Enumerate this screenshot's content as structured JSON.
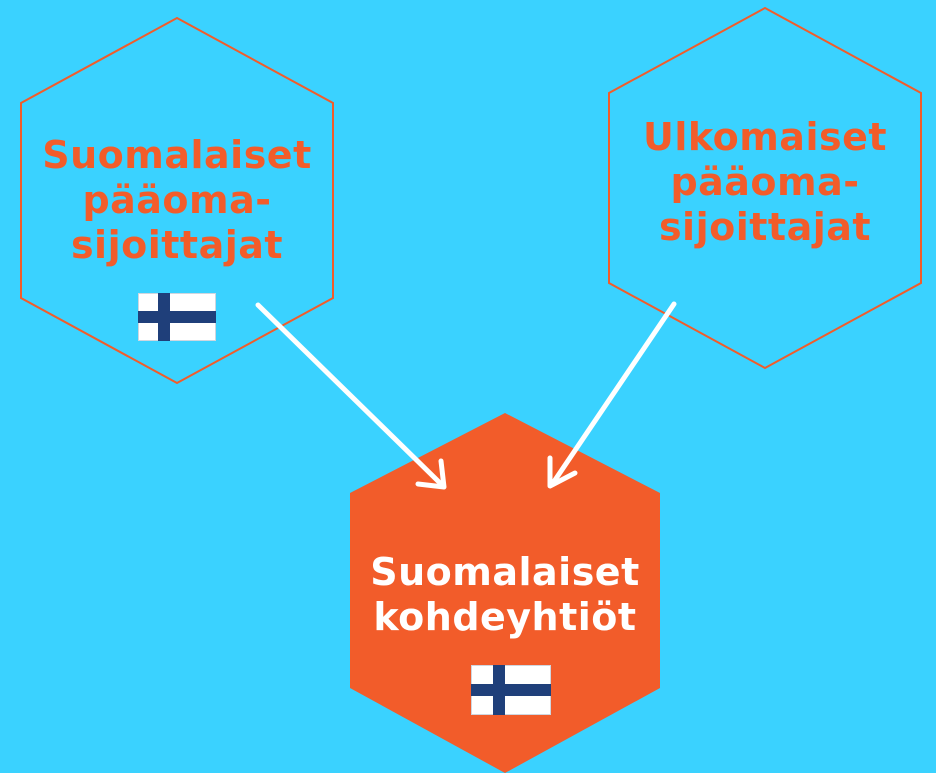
{
  "colors": {
    "background": "#3ad2ff",
    "accent": "#f25c2a",
    "arrow": "#ffffff",
    "flag_blue": "#1f3f7a",
    "flag_white": "#ffffff"
  },
  "nodes": {
    "domestic_investors": {
      "lines": [
        "Suomalaiset",
        "pääoma-",
        "sijoittajat"
      ],
      "icon": "finland-flag-icon"
    },
    "foreign_investors": {
      "lines": [
        "Ulkomaiset",
        "pääoma-",
        "sijoittajat"
      ]
    },
    "target_companies": {
      "lines": [
        "Suomalaiset",
        "kohdeyhtiöt"
      ],
      "icon": "finland-flag-icon"
    }
  },
  "edges": [
    {
      "from": "domestic_investors",
      "to": "target_companies"
    },
    {
      "from": "foreign_investors",
      "to": "target_companies"
    }
  ]
}
